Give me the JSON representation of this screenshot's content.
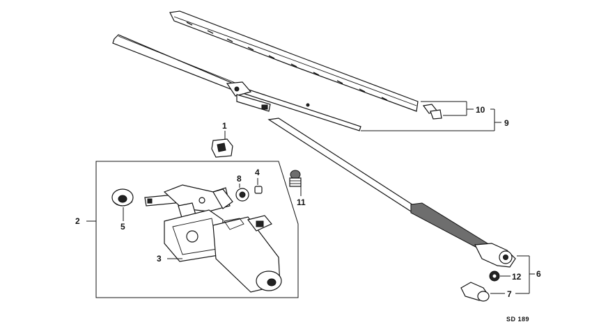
{
  "callouts": {
    "c1": "1",
    "c2": "2",
    "c3": "3",
    "c4": "4",
    "c5": "5",
    "c6": "6",
    "c7": "7",
    "c8": "8",
    "c9": "9",
    "c10": "10",
    "c11": "11",
    "c12": "12"
  },
  "drawing_code": "SD 189",
  "colors": {
    "line": "#111111",
    "background": "#ffffff",
    "shade": "#6e6e6e"
  }
}
